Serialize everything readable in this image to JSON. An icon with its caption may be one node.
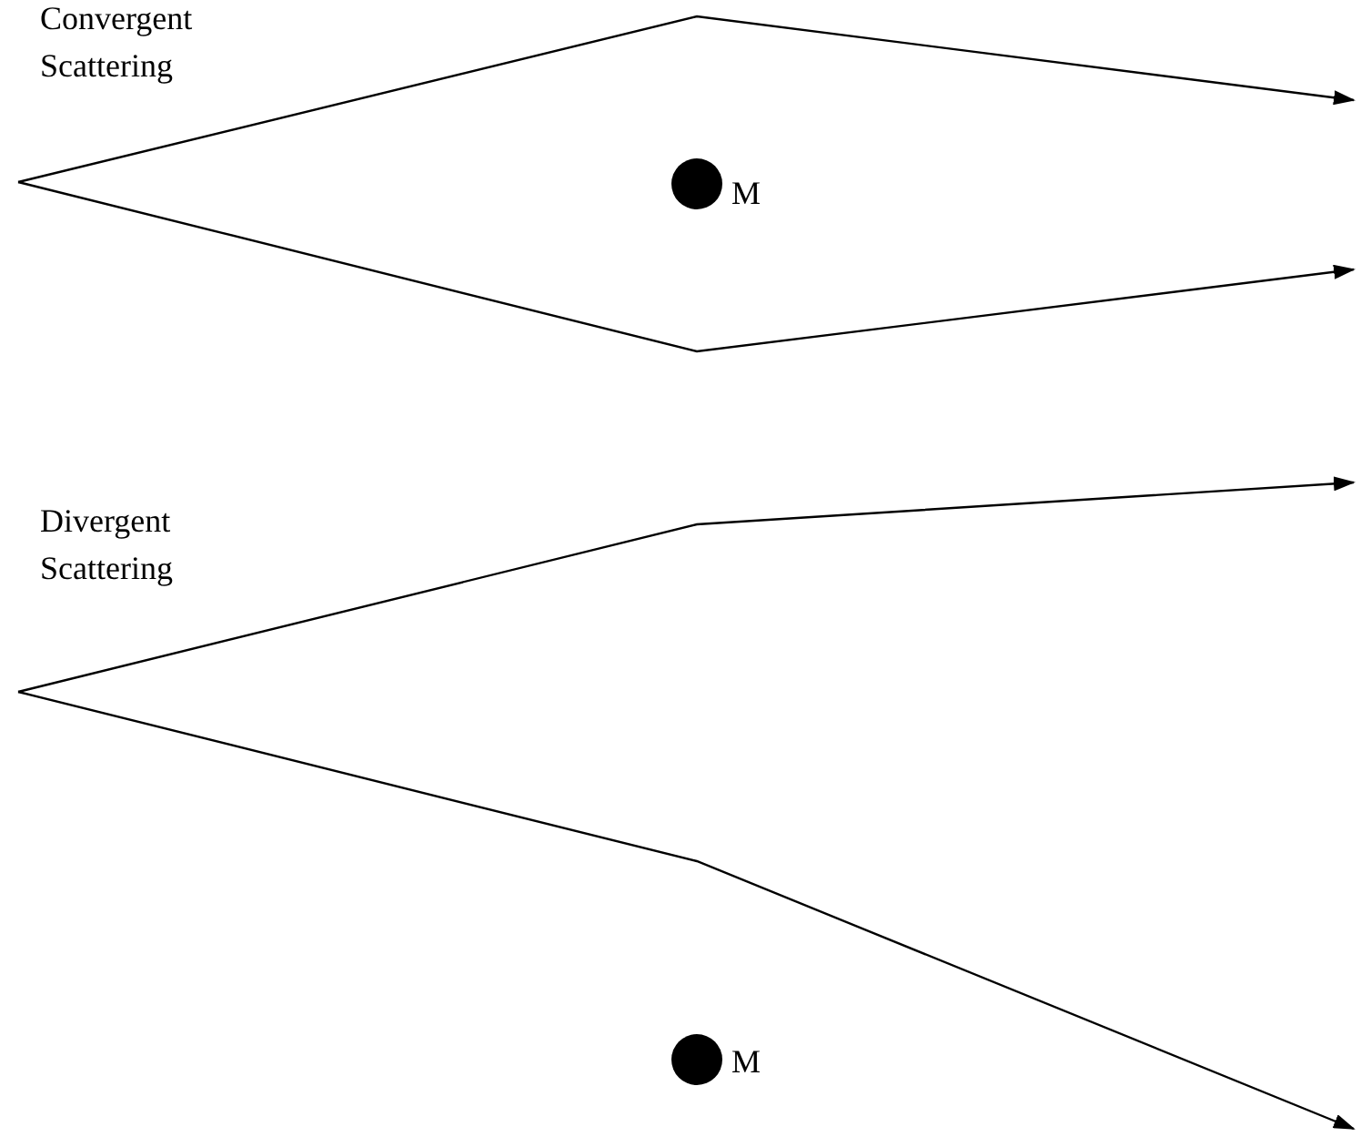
{
  "diagram": {
    "labels": [
      "Convergent Scattering",
      "M",
      "Divergent Scattering",
      "M"
    ]
  }
}
